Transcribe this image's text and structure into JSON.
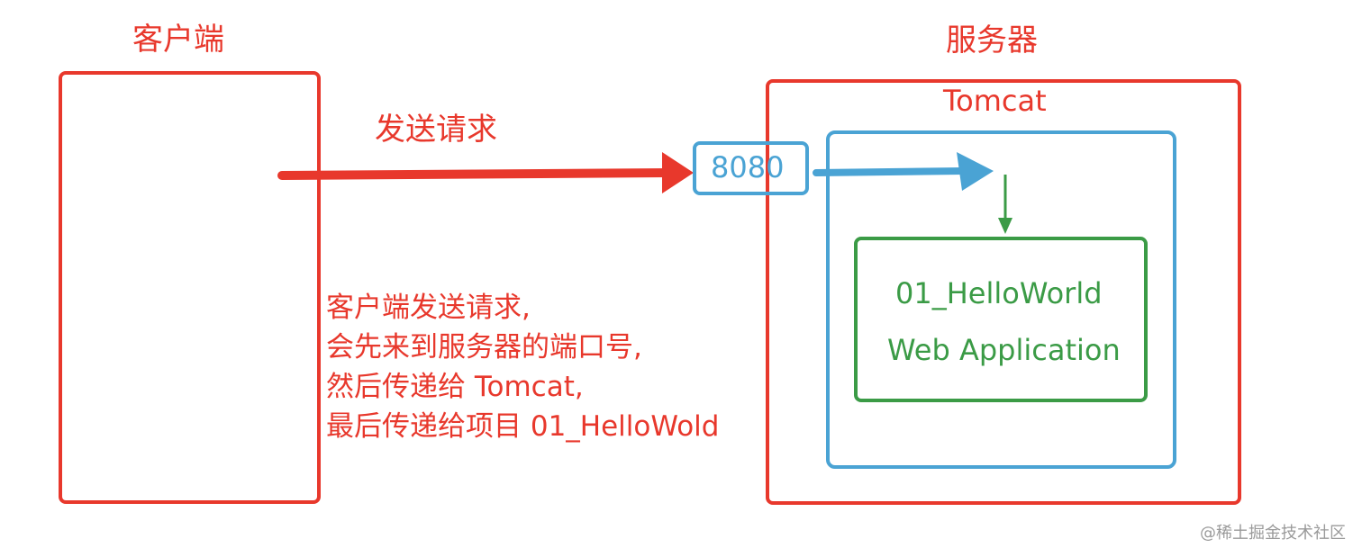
{
  "client": {
    "title": "客户端"
  },
  "server": {
    "title": "服务器",
    "tomcat": "Tomcat",
    "port": "8080",
    "app_line1": "01_HelloWorld",
    "app_line2": "Web Application"
  },
  "arrow_label": "发送请求",
  "note": {
    "lines": [
      "客户端发送请求,",
      "会先来到服务器的端口号,",
      "然后传递给 Tomcat,",
      "最后传递给项目 01_HelloWold"
    ]
  },
  "watermark": "@稀土掘金技术社区",
  "colors": {
    "red": "#e8382c",
    "blue": "#4aa3d4",
    "green": "#3b9b46"
  }
}
